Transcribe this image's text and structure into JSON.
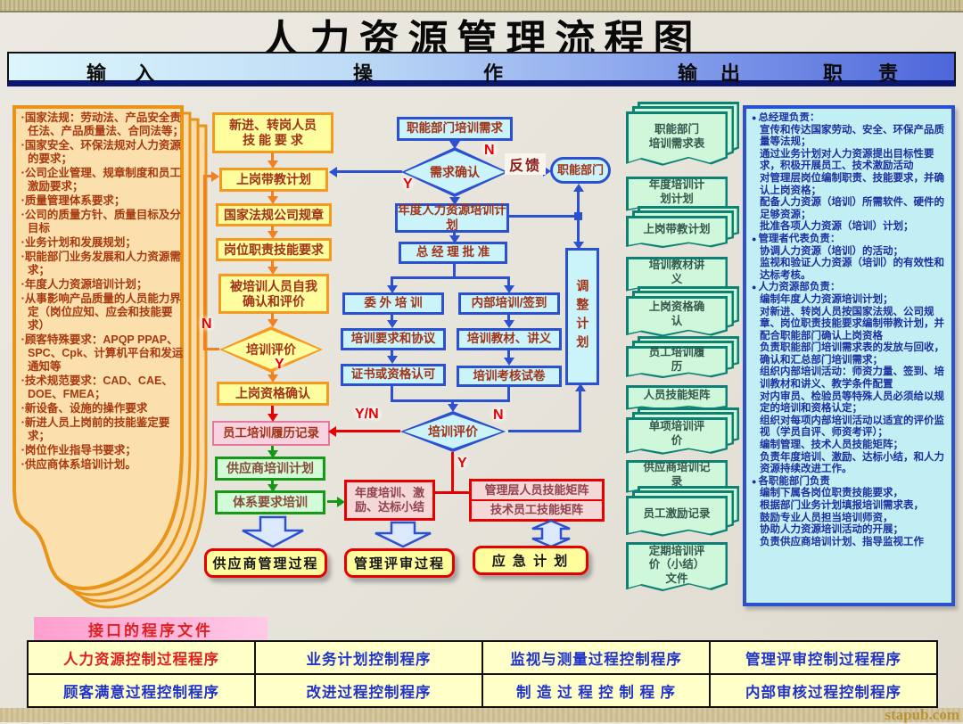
{
  "page": {
    "title": "人力资源管理流程图",
    "watermark": "stapub.com"
  },
  "header": {
    "columns": [
      "输 入",
      "操 作",
      "输 出",
      "职 责"
    ]
  },
  "inputs_panel": {
    "items": [
      "国家法规：劳动法、产品安全责任法、产品质量法、合同法等；",
      "国家安全、环保法规对人力资源的要求；",
      "公司企业管理、规章制度和员工激励要求；",
      "质量管理体系要求；",
      "公司的质量方针、质量目标及分目标",
      "业务计划和发展规划；",
      "职能部门业务发展和人力资源需求；",
      "年度人力资源培训计划；",
      "从事影响产品质量的人员能力界定（岗位应知、应会和技能要求）",
      "顾客特殊要求：APQP PPAP、SPC、Cpk、计算机平台和发运通知等",
      "技术规范要求：CAD、CAE、DOE、FMEA；",
      "新设备、设施的操作要求",
      "新进人员上岗前的技能鉴定要求；",
      "岗位作业指导书要求；",
      "供应商体系培训计划。"
    ]
  },
  "flow": {
    "left": {
      "requirements": "新进、转岗人员\n技 能 要 求",
      "coaching_plan": "上岗带教计划",
      "regulations": "国家法规公司规章",
      "job_skills": "岗位职责技能要求",
      "self_eval": "被培训人员自我\n确认和评价",
      "training_eval": "培训评价",
      "qualification": "上岗资格确认",
      "training_record": "员工培训履历记录",
      "supplier_plan": "供应商培训计划",
      "system_training": "体系要求培训",
      "supplier_process": "供应商管理过程"
    },
    "center": {
      "dept_needs": "职能部门培训需求",
      "needs_confirm": "需求确认",
      "feedback": "反馈",
      "dept_pill": "职能部门",
      "annual_plan": "年度人力资源培训计\n划",
      "gm_approval": "总 经 理 批 准",
      "outsourced": "委 外 培 训",
      "internal": "内部培训/签到",
      "agreement": "培训要求和协议",
      "materials": "培训教材、讲义",
      "certificate": "证书或资格认可",
      "exam": "培训考核试卷",
      "training_eval": "培训评价",
      "adjust_plan": "调整计划",
      "annual_summary": "年度培训、激\n励、达标小结",
      "matrix_mgmt": "管理层人员技能矩阵",
      "matrix_tech": "技术员工技能矩阵",
      "mgmt_review": "管理评审过程",
      "contingency": "应 急 计 划"
    },
    "labels": {
      "n": "N",
      "y": "Y",
      "yn": "Y/N"
    }
  },
  "outputs": {
    "documents": [
      {
        "label": "职能部门\n培训需求表",
        "stacked": true
      },
      {
        "label": "年度培训计\n划计划",
        "stacked": false
      },
      {
        "label": "上岗带教计划",
        "stacked": true
      },
      {
        "label": "培训教材讲\n义",
        "stacked": false
      },
      {
        "label": "上岗资格确\n认",
        "stacked": true
      },
      {
        "label": "员工培训履\n历",
        "stacked": true
      },
      {
        "label": "人员技能矩阵",
        "stacked": false
      },
      {
        "label": "单项培训评\n价",
        "stacked": true
      },
      {
        "label": "供应商培训记\n录",
        "stacked": false
      },
      {
        "label": "员工激励记录",
        "stacked": true
      },
      {
        "label": "定期培训评\n价（小结）\n文件",
        "stacked": false
      }
    ]
  },
  "responsibilities": {
    "sections": [
      {
        "title": "总经理负责：",
        "items": [
          "宣传和传达国家劳动、安全、环保产品质量等法规；",
          "通过业务计划对人力资源提出目标性要求，积极开展员工、技术激励活动",
          "对管理层岗位编制职责、技能要求，并确认上岗资格；",
          "配备人力资源（培训）所需软件、硬件的足够资源；",
          "批准各项人力资源（培训）计划；"
        ]
      },
      {
        "title": "管理者代表负责：",
        "items": [
          "协调人力资源（培训）的活动；",
          "监视和验证人力资源（培训）的有效性和达标考核。"
        ]
      },
      {
        "title": "人力资源部负责：",
        "items": [
          "编制年度人力资源培训计划；",
          "对新进、转岗人员按国家法规、公司规章、岗位职责技能要求编制带教计划，并配合职能部门确认上岗资格",
          "负责职能部门培训需求表的发放与回收，确认和汇总部门培训需求；",
          "组织内部培训活动：师资力量、签到、培训教材和讲义、教学条件配置",
          "对内审员、检验员等特殊人员必须给以规定的培训和资格认定；",
          "组织对每项内部培训活动以适宜的评价监视（学员自评、师资考评）；",
          "编制管理、技术人员技能矩阵；",
          "负责年度培训、激励、达标小结，和人力资源持续改进工作。"
        ]
      },
      {
        "title": "各职能部门负责",
        "items": [
          "编制下属各岗位职责技能要求，",
          "根据部门业务计划填报培训需求表，",
          "鼓励专业人员担当培训师资，",
          "协助人力资源培训活动的开展；",
          "负责供应商培训计划、指导监视工作"
        ]
      }
    ]
  },
  "footer": {
    "label": "接口的程序文件",
    "table": {
      "rows": [
        [
          "人力资源控制过程程序",
          "业务计划控制程序",
          "监视与测量过程控制程序",
          "管理评审控制过程程序"
        ],
        [
          "顾客满意过程控制程序",
          "改进过程控制程序",
          "制 造 过 程 控 制 程 序",
          "内部审核过程控制程序"
        ]
      ]
    }
  }
}
